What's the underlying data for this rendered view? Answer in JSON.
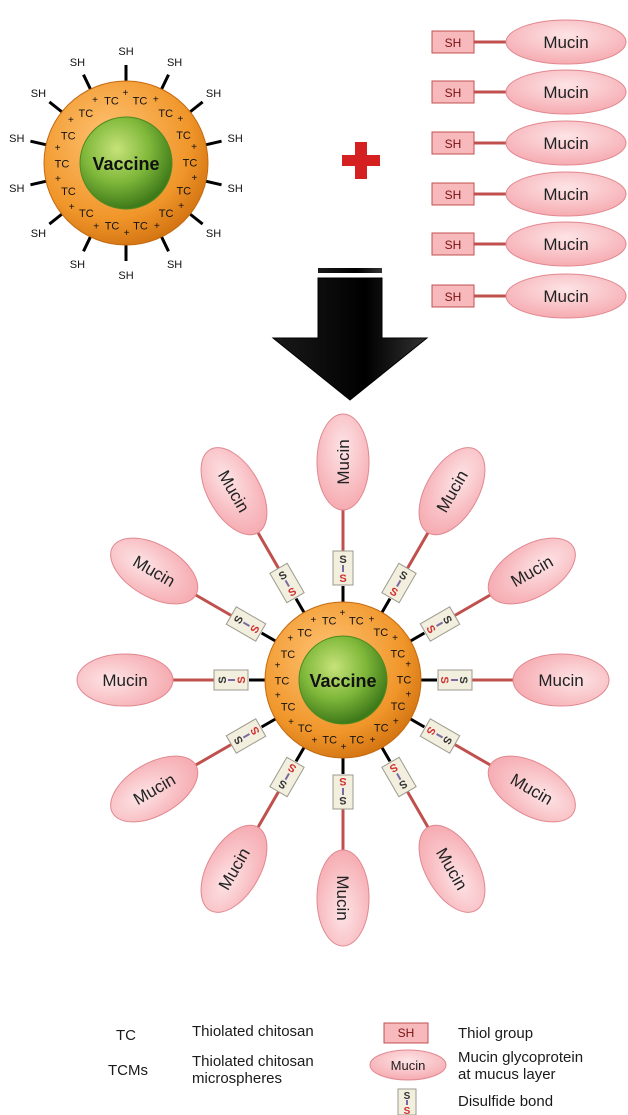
{
  "top": {
    "particle_core_label": "Vaccine",
    "coating_label": "TC",
    "charge_symbol": "+",
    "thiol_label": "SH",
    "plus_operator_color": "#d42020",
    "mucin_chain_labels": {
      "thiol": "SH",
      "mucin": "Mucin"
    },
    "mucin_chain_count": 6
  },
  "bottom": {
    "particle_core_label": "Vaccine",
    "coating_label": "TC",
    "charge_symbol": "+",
    "mucin_label": "Mucin",
    "bond_letter": "S",
    "spoke_count": 12
  },
  "legend": {
    "tc_abbr": "TC",
    "tc_desc": "Thiolated chitosan",
    "tcms_abbr": "TCMs",
    "tcms_desc_line1": "Thiolated chitosan",
    "tcms_desc_line2": "microspheres",
    "sh_symbol": "SH",
    "sh_desc": "Thiol group",
    "mucin_symbol": "Mucin",
    "mucin_desc_line1": "Mucin glycoprotein",
    "mucin_desc_line2": "at mucus layer",
    "ss_symbol": "S",
    "ss_desc": "Disulfide bond"
  },
  "colors": {
    "coating_orange": "#f0962a",
    "core_green": "#6fae2b",
    "mucin_pink": "#f8b9bd",
    "mucin_stroke": "#e08890",
    "link_red": "#c0504d",
    "arrow_black": "#000000",
    "bond_sulfur_red": "#d03030"
  }
}
